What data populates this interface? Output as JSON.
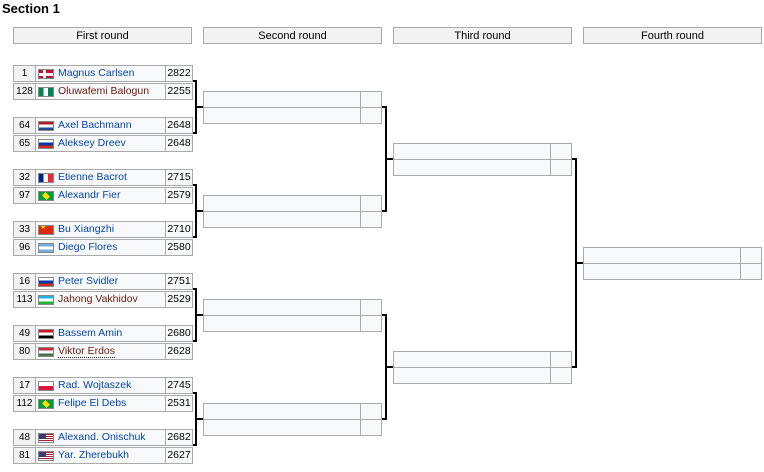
{
  "section_title": "Section 1",
  "rounds": [
    "First round",
    "Second round",
    "Third round",
    "Fourth round"
  ],
  "first_round": [
    {
      "seed": "1",
      "flag": "norway-flag-icon",
      "name": "Magnus Carlsen",
      "rating": "2822",
      "style": "link"
    },
    {
      "seed": "128",
      "flag": "nigeria-flag-icon",
      "name": "Oluwafemi Balogun",
      "rating": "2255",
      "style": "redlink"
    },
    {
      "seed": "64",
      "flag": "netherlands-flag-icon",
      "name": "Axel Bachmann",
      "rating": "2648",
      "style": "link"
    },
    {
      "seed": "65",
      "flag": "russia-flag-icon",
      "name": "Aleksey Dreev",
      "rating": "2648",
      "style": "link"
    },
    {
      "seed": "32",
      "flag": "france-flag-icon",
      "name": "Etienne Bacrot",
      "rating": "2715",
      "style": "link"
    },
    {
      "seed": "97",
      "flag": "brazil-flag-icon",
      "name": "Alexandr Fier",
      "rating": "2579",
      "style": "link"
    },
    {
      "seed": "33",
      "flag": "china-flag-icon",
      "name": "Bu Xiangzhi",
      "rating": "2710",
      "style": "link"
    },
    {
      "seed": "96",
      "flag": "argentina-flag-icon",
      "name": "Diego Flores",
      "rating": "2580",
      "style": "link"
    },
    {
      "seed": "16",
      "flag": "russia-flag-icon",
      "name": "Peter Svidler",
      "rating": "2751",
      "style": "link"
    },
    {
      "seed": "113",
      "flag": "uzbekistan-flag-icon",
      "name": "Jahong Vakhidov",
      "rating": "2529",
      "style": "redlink"
    },
    {
      "seed": "49",
      "flag": "egypt-flag-icon",
      "name": "Bassem Amin",
      "rating": "2680",
      "style": "link"
    },
    {
      "seed": "80",
      "flag": "hungary-flag-icon",
      "name": "Viktor Erdos",
      "rating": "2628",
      "style": "redlink dotted"
    },
    {
      "seed": "17",
      "flag": "poland-flag-icon",
      "name": "Rad. Wojtaszek",
      "rating": "2745",
      "style": "link"
    },
    {
      "seed": "112",
      "flag": "brazil-flag-icon",
      "name": "Felipe El Debs",
      "rating": "2531",
      "style": "link"
    },
    {
      "seed": "48",
      "flag": "usa-flag-icon",
      "name": "Alexand. Onischuk",
      "rating": "2682",
      "style": "link"
    },
    {
      "seed": "81",
      "flag": "usa-flag-icon",
      "name": "Yar. Zherebukh",
      "rating": "2627",
      "style": "link"
    }
  ]
}
